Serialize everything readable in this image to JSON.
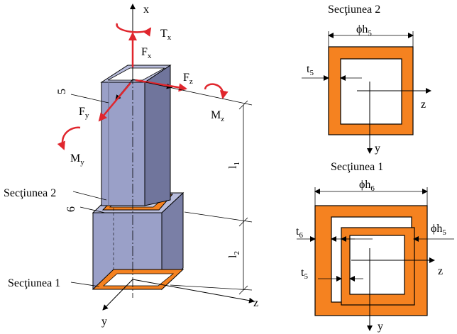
{
  "colors": {
    "wall_fill": "#f58220",
    "member_fill": "#9aa0c8",
    "member_dark": "#6f7497",
    "force_arrow": "#e0262d",
    "outline": "#000000"
  },
  "left_view": {
    "axes": {
      "x": {
        "main": "x",
        "sub": ""
      },
      "y": {
        "main": "y",
        "sub": ""
      },
      "z": {
        "main": "z",
        "sub": ""
      }
    },
    "loads": {
      "Tx": {
        "main": "T",
        "sub": "x"
      },
      "Fx": {
        "main": "F",
        "sub": "x"
      },
      "Fz": {
        "main": "F",
        "sub": "z"
      },
      "Mz": {
        "main": "M",
        "sub": "z"
      },
      "Fy": {
        "main": "F",
        "sub": "y"
      },
      "My": {
        "main": "M",
        "sub": "y"
      }
    },
    "dims": {
      "l1": {
        "main": "l",
        "sub": "1"
      },
      "l2": {
        "main": "l",
        "sub": "2"
      }
    },
    "parts": {
      "part5": "5",
      "part6": "6"
    },
    "section_labels": {
      "s2": "Secţiunea 2",
      "s1": "Secţiunea 1"
    }
  },
  "section2": {
    "title": "Secţiunea 2",
    "dim_h5": {
      "main": "ϕh",
      "sub": "5"
    },
    "dim_t5": {
      "main": "t",
      "sub": "5"
    },
    "axis_z": "z",
    "axis_y": "y"
  },
  "section1": {
    "title": "Secţiunea 1",
    "dim_h6": {
      "main": "ϕh",
      "sub": "6"
    },
    "dim_h5": {
      "main": "ϕh",
      "sub": "5"
    },
    "dim_t6": {
      "main": "t",
      "sub": "6"
    },
    "dim_t5": {
      "main": "t",
      "sub": "5"
    },
    "axis_z": "z",
    "axis_y": "y"
  }
}
